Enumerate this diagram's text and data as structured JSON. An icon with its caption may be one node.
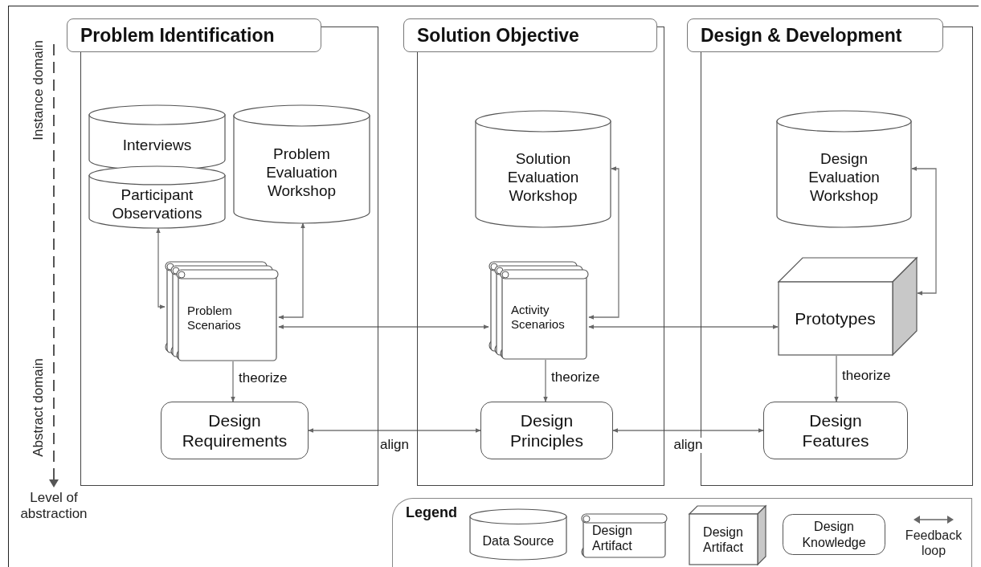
{
  "diagram": {
    "nodes": [
      {
        "text": [
          "Problem Identification"
        ]
      },
      {
        "text": [
          "Interviews"
        ],
        "in": 0
      },
      {
        "text": [
          "Participant Observations"
        ],
        "in": 0
      },
      {
        "text": [
          "Problem Evaluation Workshop"
        ],
        "in": 0
      },
      {
        "text": [
          "Problem Scenarios"
        ],
        "in": 0
      },
      {
        "text": [
          "Design Requirements"
        ],
        "in": 0
      },
      {
        "text": [
          "Solution Objective"
        ]
      },
      {
        "text": [
          "Solution Evaluation Workshop"
        ],
        "in": 6
      },
      {
        "text": [
          "Activity Scenarios"
        ],
        "in": 6
      },
      {
        "text": [
          "Design Principles"
        ],
        "in": 6
      },
      {
        "text": [
          "Design & Development"
        ]
      },
      {
        "text": [
          "Design Evaluation Workshop"
        ],
        "in": 10
      },
      {
        "text": [
          "Prototypes"
        ],
        "in": 10
      },
      {
        "text": [
          "Design Features"
        ],
        "in": 10
      }
    ],
    "edges": [
      {
        "from": 4,
        "to": 2,
        "arrow": "both"
      },
      {
        "from": 4,
        "to": 3,
        "arrow": "both"
      },
      {
        "from": 4,
        "to": 5,
        "arrow": "to",
        "label": "theorize"
      },
      {
        "from": 4,
        "to": 8,
        "arrow": "both"
      },
      {
        "from": 8,
        "to": 7,
        "arrow": "both"
      },
      {
        "from": 8,
        "to": 9,
        "arrow": "to",
        "label": "theorize"
      },
      {
        "from": 8,
        "to": 12,
        "arrow": "both"
      },
      {
        "from": 12,
        "to": 11,
        "arrow": "both"
      },
      {
        "from": 12,
        "to": 13,
        "arrow": "to",
        "label": "theorize"
      },
      {
        "from": 5,
        "to": 9,
        "arrow": "both",
        "label": "align"
      },
      {
        "from": 9,
        "to": 13,
        "arrow": "both",
        "label": "align"
      }
    ],
    "labels": [
      "Instance domain",
      "Abstract domain",
      "Level of abstraction",
      "Legend"
    ],
    "legend": [
      {
        "text": "Data Source"
      },
      {
        "text": "Design Artifact"
      },
      {
        "text": "Design Artifact"
      },
      {
        "text": "Design Knowledge"
      },
      {
        "text": "Feedback loop"
      }
    ]
  }
}
